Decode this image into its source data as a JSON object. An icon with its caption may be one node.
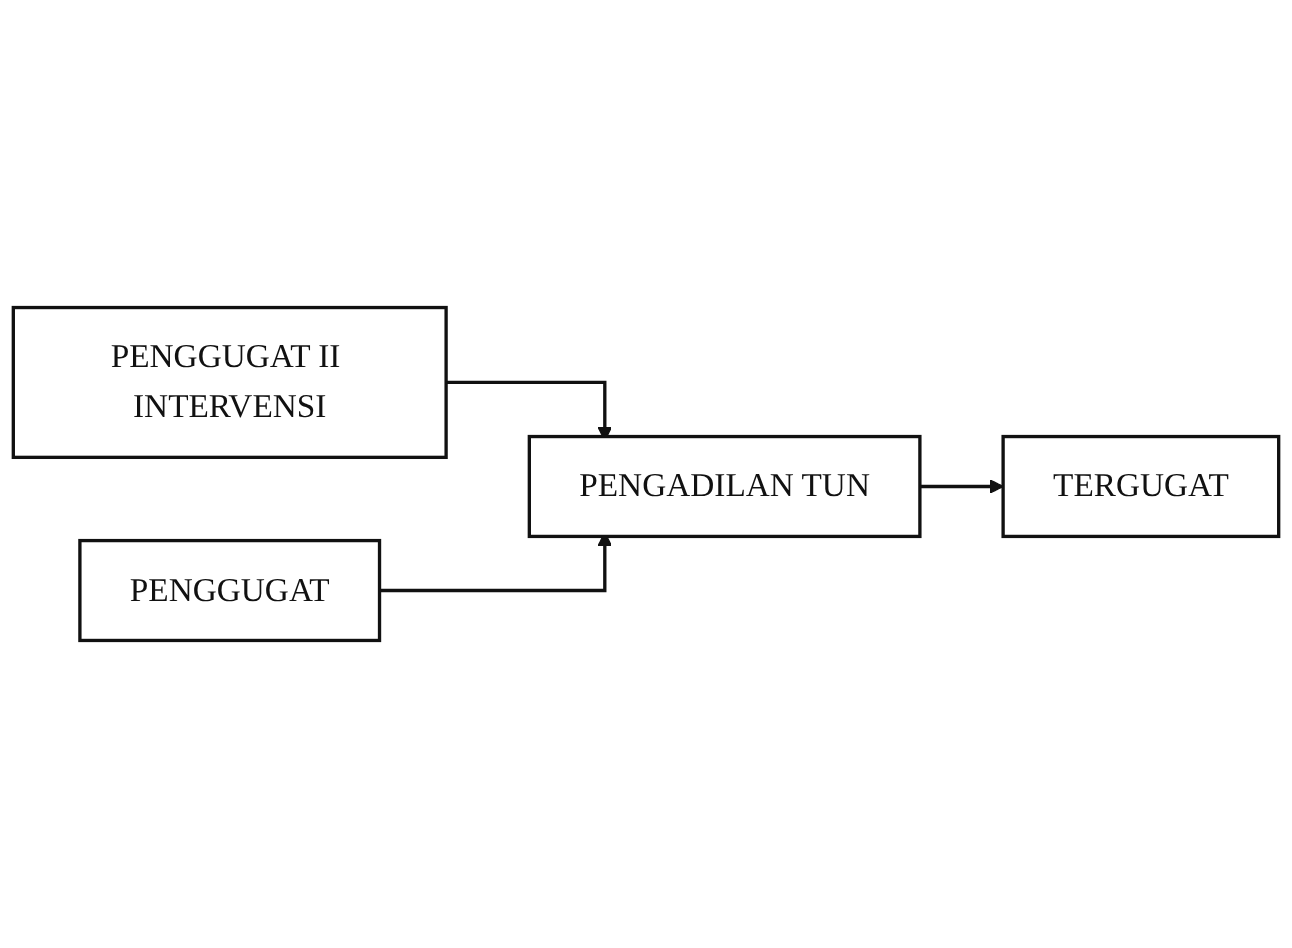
{
  "diagram": {
    "nodes": [
      {
        "text": [
          "PENGGUGAT II INTERVENSI"
        ]
      },
      {
        "text": [
          "PENGGUGAT"
        ]
      },
      {
        "text": [
          "PENGADILAN TUN"
        ]
      },
      {
        "text": [
          "TERGUGAT"
        ]
      }
    ],
    "edges": [
      {
        "from": 0,
        "to": 2,
        "arrow": "to"
      },
      {
        "from": 1,
        "to": 2,
        "arrow": "to"
      },
      {
        "from": 2,
        "to": 3,
        "arrow": "to"
      }
    ]
  }
}
